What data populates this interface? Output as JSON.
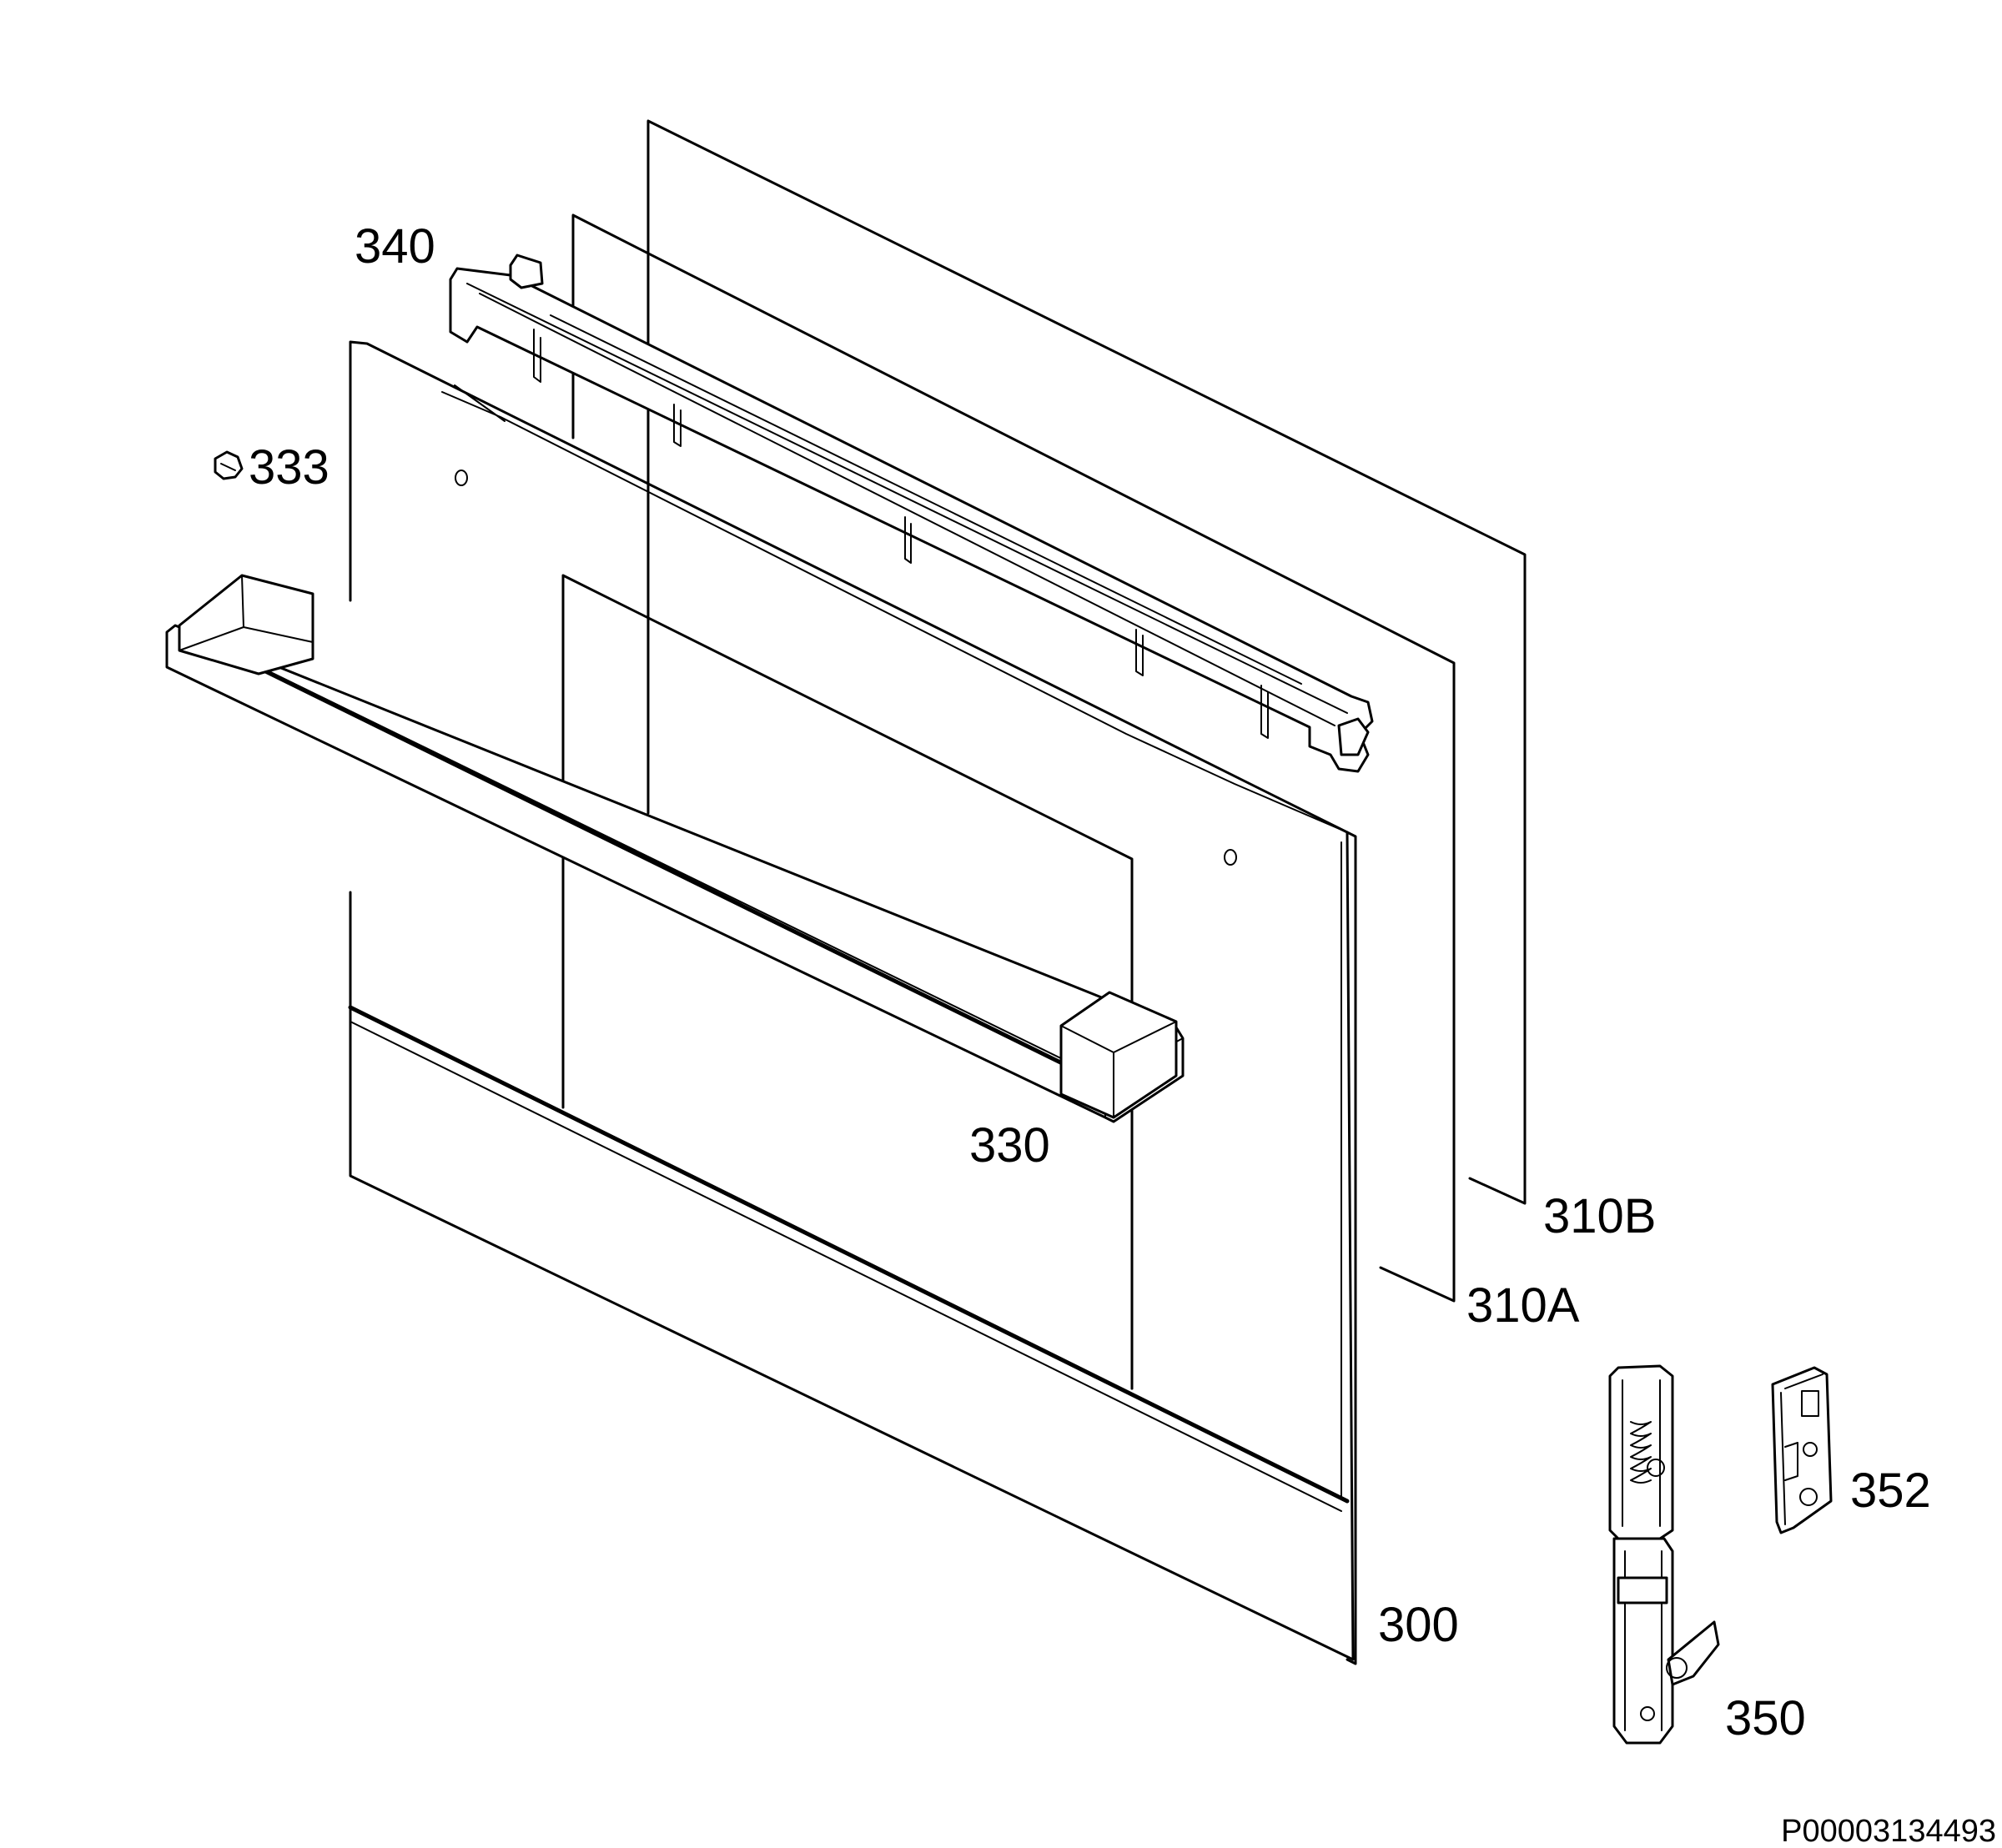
{
  "diagram": {
    "labels": {
      "p340": "340",
      "p333": "333",
      "p330": "330",
      "p310b": "310B",
      "p310a": "310A",
      "p300": "300",
      "p352": "352",
      "p350": "350"
    },
    "code": "P00003134493"
  }
}
